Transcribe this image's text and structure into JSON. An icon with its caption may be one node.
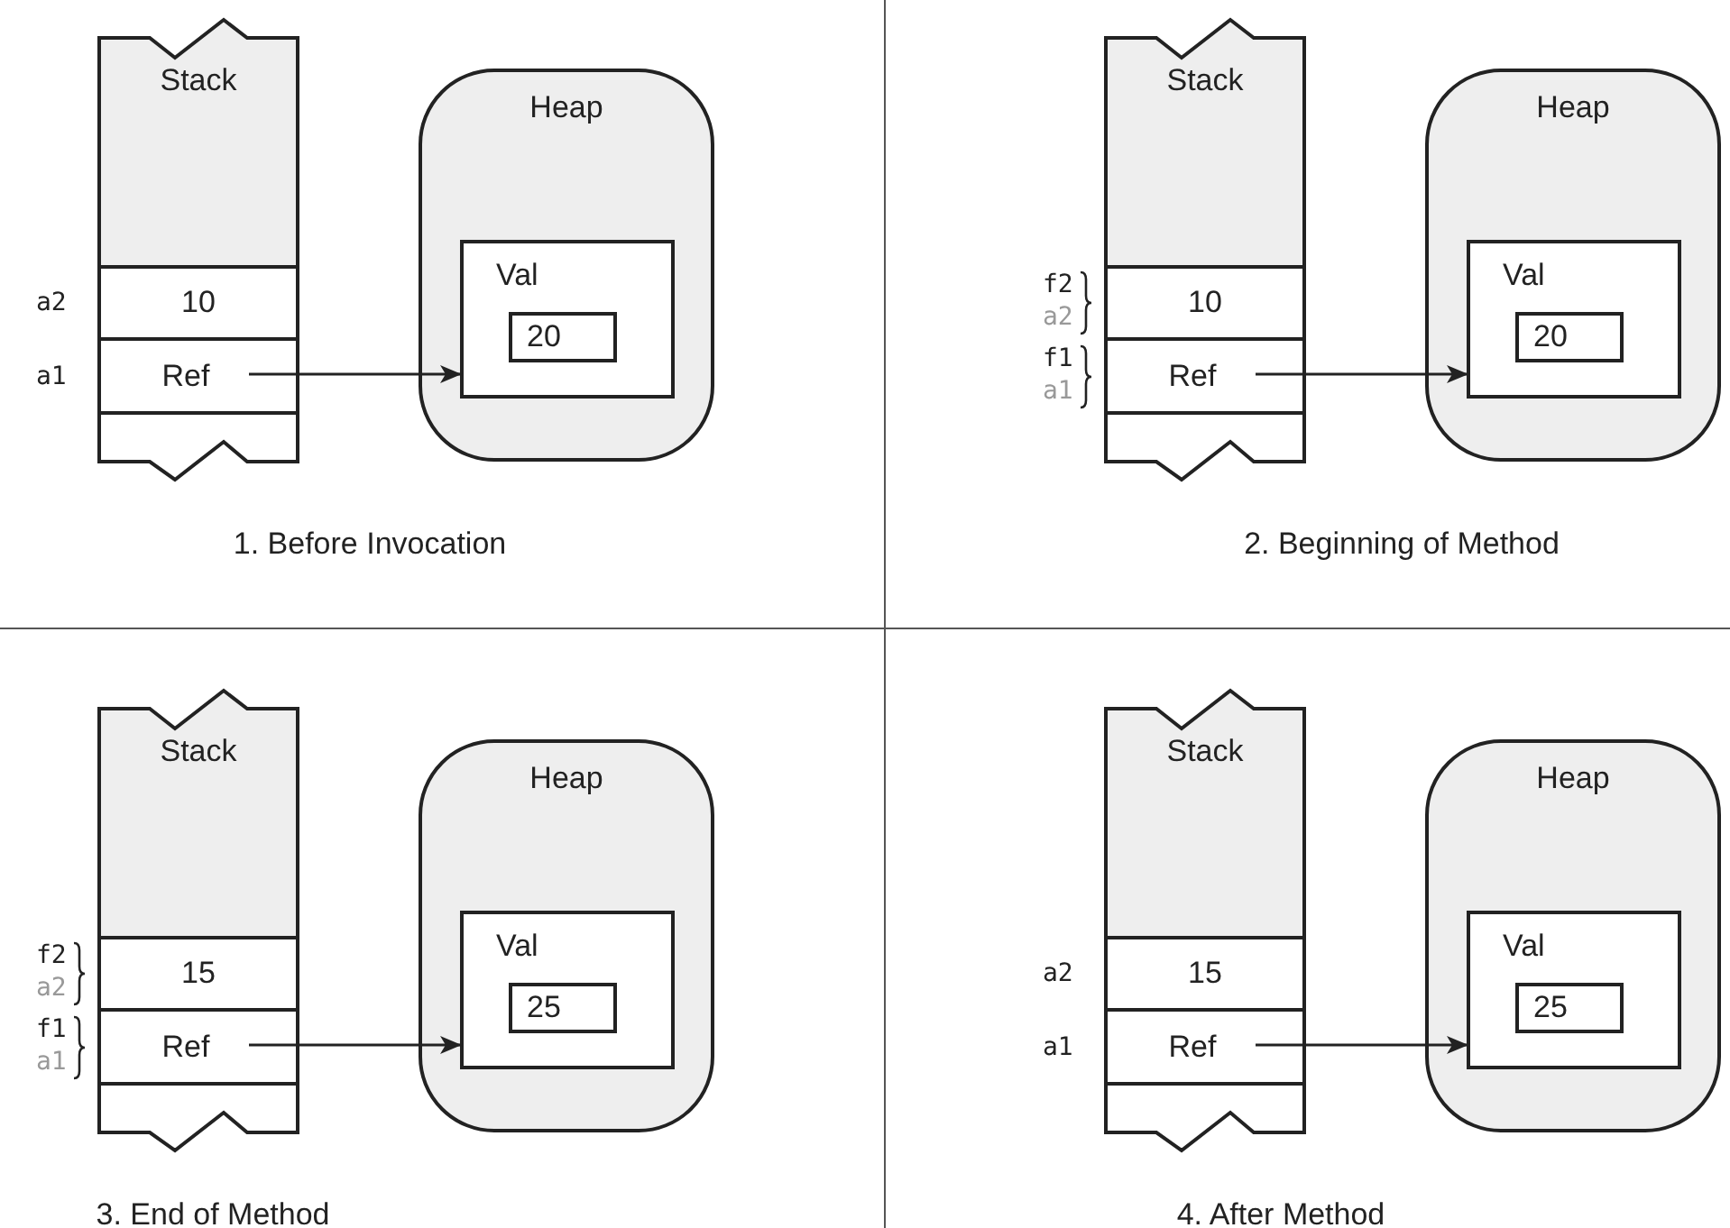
{
  "diagram": {
    "nodes": [
      {
        "text": [
          "Stack"
        ]
      },
      {
        "text": [
          "10"
        ],
        "in": 0,
        "beside": [
          "a2"
        ]
      },
      {
        "text": [
          "Ref"
        ],
        "in": 0,
        "beside": [
          "a1"
        ]
      },
      {
        "text": [],
        "shape": "box",
        "in": 0
      },
      {
        "text": [
          "Heap"
        ]
      },
      {
        "text": [
          "Val"
        ],
        "in": 4
      },
      {
        "text": [
          "20"
        ],
        "in": 5
      },
      {
        "text": [
          "Stack"
        ]
      },
      {
        "text": [
          "10"
        ],
        "in": 7,
        "beside": [
          "f2",
          "a2"
        ]
      },
      {
        "text": [
          "Ref"
        ],
        "in": 7,
        "beside": [
          "f1",
          "a1"
        ]
      },
      {
        "text": [],
        "shape": "box",
        "in": 7
      },
      {
        "text": [
          "Heap"
        ]
      },
      {
        "text": [
          "Val"
        ],
        "in": 11
      },
      {
        "text": [
          "20"
        ],
        "in": 12
      },
      {
        "text": [
          "Stack"
        ]
      },
      {
        "text": [
          "15"
        ],
        "in": 14,
        "beside": [
          "f2",
          "a2"
        ]
      },
      {
        "text": [
          "Ref"
        ],
        "in": 14,
        "beside": [
          "f1",
          "a1"
        ]
      },
      {
        "text": [],
        "shape": "box",
        "in": 14
      },
      {
        "text": [
          "Heap"
        ]
      },
      {
        "text": [
          "Val"
        ],
        "in": 18
      },
      {
        "text": [
          "25"
        ],
        "in": 19
      },
      {
        "text": [
          "Stack"
        ]
      },
      {
        "text": [
          "15"
        ],
        "in": 21,
        "beside": [
          "a2"
        ]
      },
      {
        "text": [
          "Ref"
        ],
        "in": 21,
        "beside": [
          "a1"
        ]
      },
      {
        "text": [],
        "shape": "box",
        "in": 21
      },
      {
        "text": [
          "Heap"
        ]
      },
      {
        "text": [
          "Val"
        ],
        "in": 25
      },
      {
        "text": [
          "25"
        ],
        "in": 26
      }
    ],
    "edges": [
      {
        "from": 2,
        "to": 5,
        "arrow": "to"
      },
      {
        "from": 9,
        "to": 12,
        "arrow": "to"
      },
      {
        "from": 16,
        "to": 19,
        "arrow": "to"
      },
      {
        "from": 23,
        "to": 26,
        "arrow": "to"
      }
    ],
    "labels": [
      "1. Before Invocation",
      "2. Beginning of Method",
      "3. End of Method",
      "4. After Method"
    ]
  }
}
